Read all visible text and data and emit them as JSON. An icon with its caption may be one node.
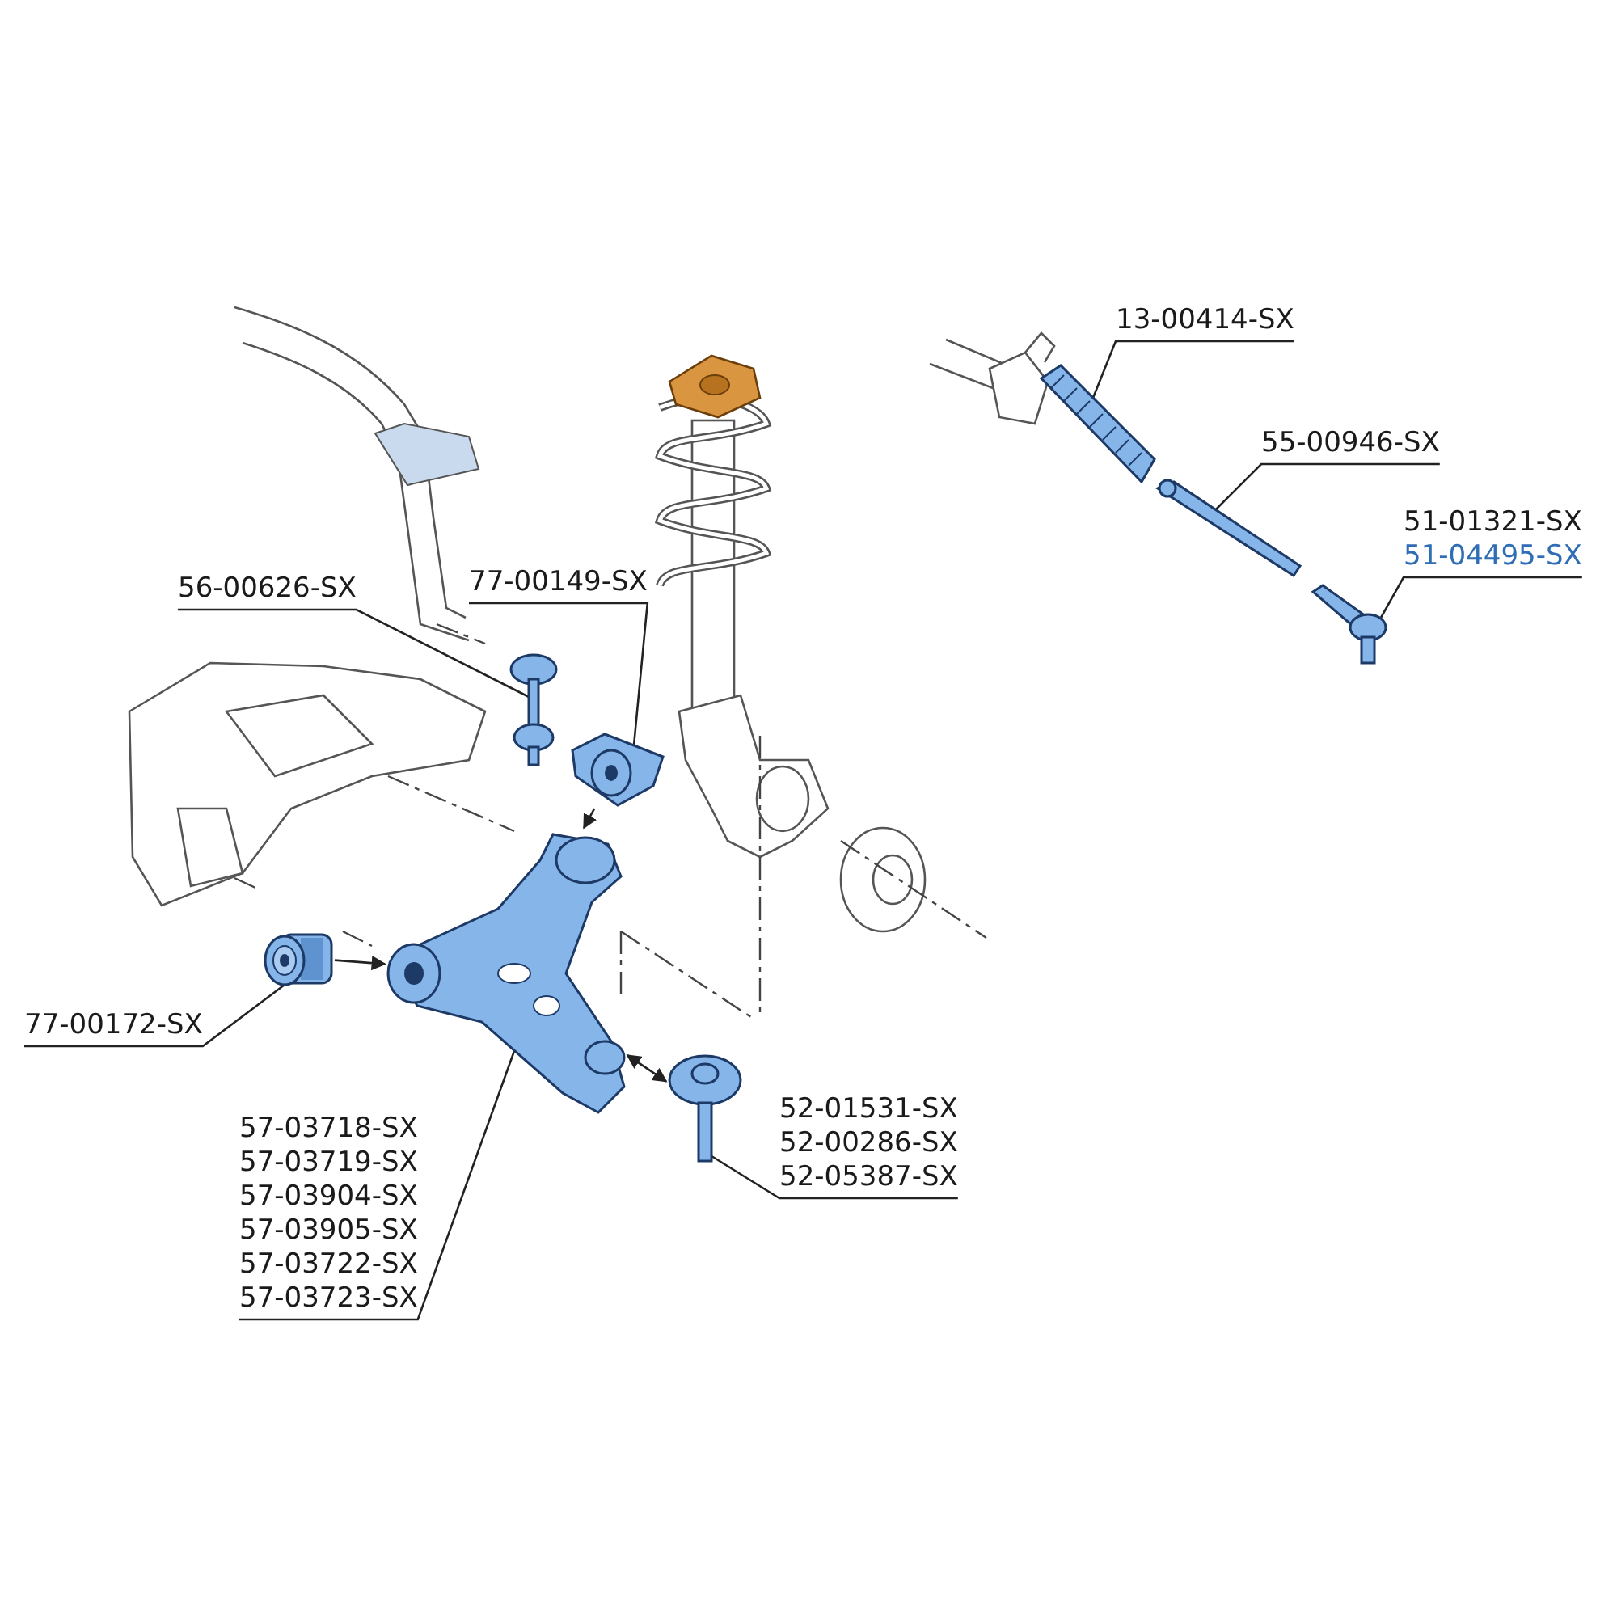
{
  "diagram": {
    "nodes": [
      {
        "text": [
          "13-00414-SX"
        ]
      },
      {
        "text": [],
        "shape": "picture"
      },
      {
        "text": [
          "55-00946-SX"
        ]
      },
      {
        "text": [],
        "shape": "picture"
      },
      {
        "text": [
          "51-01321-SX",
          "51-04495-SX"
        ]
      },
      {
        "text": [],
        "shape": "picture"
      },
      {
        "text": [
          "56-00626-SX"
        ]
      },
      {
        "text": [],
        "shape": "picture"
      },
      {
        "text": [
          "77-00149-SX"
        ]
      },
      {
        "text": [],
        "shape": "picture"
      },
      {
        "text": [
          "77-00172-SX"
        ]
      },
      {
        "text": [],
        "shape": "picture"
      },
      {
        "text": [
          "57-03718-SX",
          "57-03719-SX",
          "57-03904-SX",
          "57-03905-SX",
          "57-03722-SX",
          "57-03723-SX"
        ]
      },
      {
        "text": [],
        "shape": "picture"
      },
      {
        "text": [
          "52-01531-SX",
          "52-00286-SX",
          "52-05387-SX"
        ]
      },
      {
        "text": [],
        "shape": "picture"
      }
    ],
    "edges": [
      {
        "from": 0,
        "to": 1,
        "arrow": "none"
      },
      {
        "from": 2,
        "to": 3,
        "arrow": "none"
      },
      {
        "from": 4,
        "to": 5,
        "arrow": "none"
      },
      {
        "from": 6,
        "to": 7,
        "arrow": "none"
      },
      {
        "from": 8,
        "to": 9,
        "arrow": "none"
      },
      {
        "from": 10,
        "to": 11,
        "arrow": "none"
      },
      {
        "from": 12,
        "to": 13,
        "arrow": "none"
      },
      {
        "from": 14,
        "to": 15,
        "arrow": "none"
      },
      {
        "from": 11,
        "to": 13,
        "arrow": "to"
      },
      {
        "from": 9,
        "to": 13,
        "arrow": "to"
      },
      {
        "from": 15,
        "to": 13,
        "arrow": "both"
      }
    ]
  }
}
